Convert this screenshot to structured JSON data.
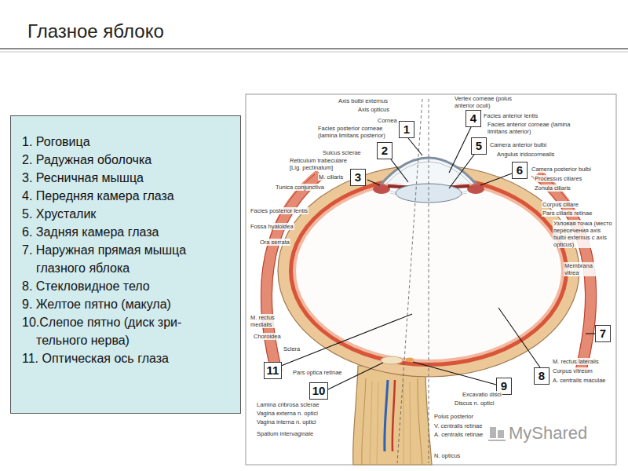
{
  "diagram": {
    "title": "Глазное яблоко",
    "nodes": [
      {
        "text": [
          "1. Роговица",
          "2. Радужная оболочка",
          "3. Ресничная мышца",
          "4. Передняя камера глаза",
          "5. Хрусталик",
          "6. Задняя камера глаза",
          "7. Наружная прямая мышца глазного яблока",
          "8. Стекловидное тело",
          "9. Желтое пятно (макула)",
          "10.Слепое пятно (диск зри- тельного нерва)",
          "11. Оптическая ось глаза"
        ]
      },
      {
        "text": [
          "1"
        ]
      },
      {
        "text": [
          "2"
        ]
      },
      {
        "text": [
          "3"
        ]
      },
      {
        "text": [
          "4"
        ]
      },
      {
        "text": [
          "5"
        ]
      },
      {
        "text": [
          "6"
        ]
      },
      {
        "text": [
          "7"
        ]
      },
      {
        "text": [
          "8"
        ]
      },
      {
        "text": [
          "9"
        ]
      },
      {
        "text": [
          "10"
        ]
      },
      {
        "text": [
          "11"
        ]
      }
    ],
    "labels": [
      "Axis bulbi externus",
      "Axis opticus",
      "Vertex corneae (polus anterior oculi)",
      "Facies anterior lentis",
      "Cornea",
      "Facies posterior corneae (lamina limitans posterior)",
      "Facies anterior corneae (lamina limitans anterior)",
      "Camera anterior bulbi",
      "Angulus iridocornealis",
      "Sulcus sclerae",
      "Reticulum trabeculare [Lig. pectinatum]",
      "M. ciliaris",
      "Camera posterior bulbi",
      "Processus ciliares",
      "Zonula ciliaris",
      "Tunica conjunctiva",
      "Corpus ciliare",
      "Pars ciliaris retinae",
      "Facies posterior lentis",
      "Fossa hyaloidea",
      "Ora serrata",
      "Узловая точка (место пересечения axis bulbi externus с axis opticus)",
      "Membrana vitrea",
      "M. rectus medialis",
      "Choroidea",
      "Sclera",
      "Pars optica retinae",
      "M. rectus lateralis",
      "Corpus vitreum",
      "A. centralis maculae",
      "Excavatio disci",
      "Discus n. optici",
      "Lamina cribrosa sclerae",
      "Vagina externa n. optici",
      "Vagina interna n. optici",
      "Spatium intervaginale",
      "Polus posterior",
      "V. centralis retinae",
      "A. centralis retinae",
      "N. opticus",
      "MyShared"
    ]
  }
}
